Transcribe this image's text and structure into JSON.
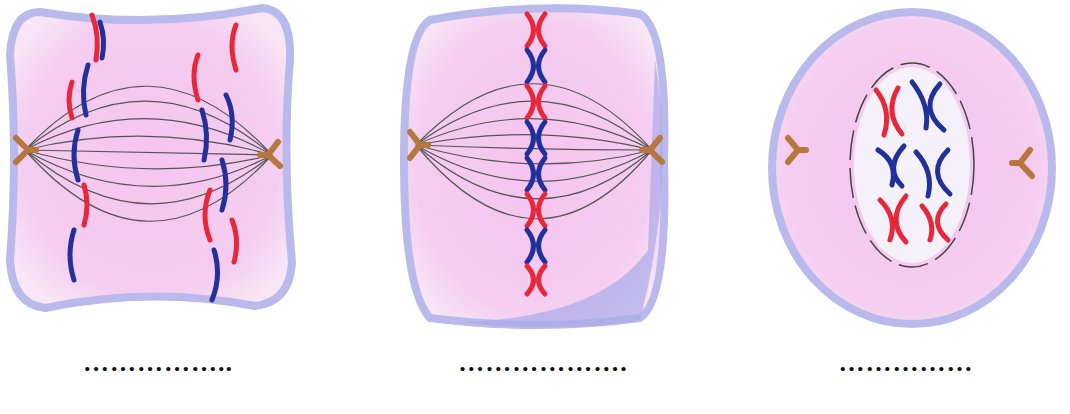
{
  "diagram": {
    "labels": [
      "……………..",
      "……………….",
      "……………"
    ]
  }
}
